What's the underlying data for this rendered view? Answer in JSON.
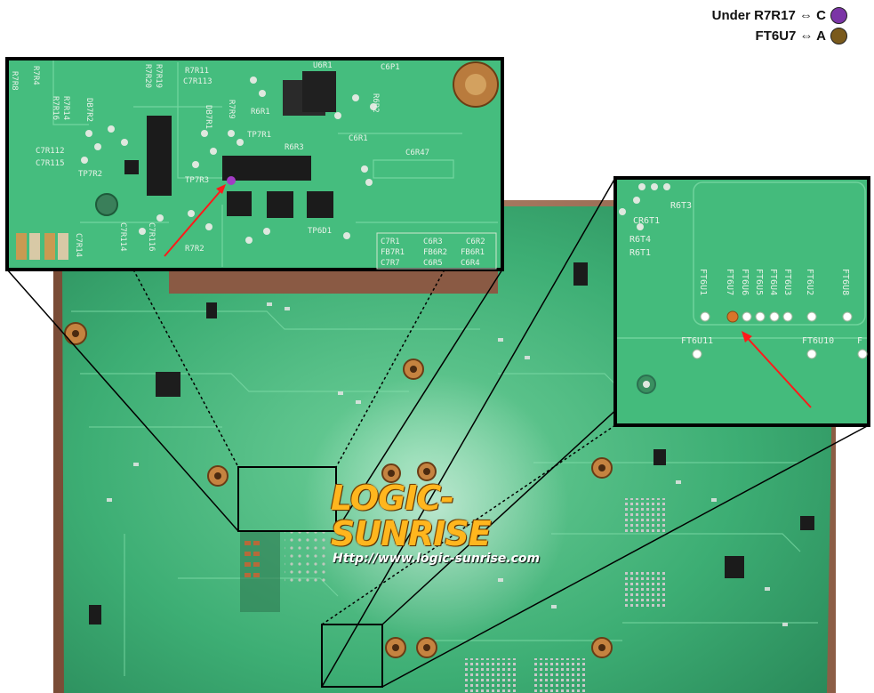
{
  "legend": {
    "items": [
      {
        "text": "Under R7R17 ⇔ C",
        "color": "#7b35a6"
      },
      {
        "text": "FT6U7 ⇔ A",
        "color": "#7a5a1c"
      }
    ]
  },
  "watermark": {
    "title": "LOGIC-SUNRISE",
    "url": "Http://www.logic-sunrise.com"
  },
  "zoom_left": {
    "labels": [
      "R7R8",
      "R7R4",
      "R7R16",
      "R7R14",
      "R7R20",
      "R7R19",
      "R7R11",
      "C7R113",
      "C7R112",
      "C7R115",
      "TP7R2",
      "DB7R2",
      "DB7R1",
      "R7R9",
      "R6R1",
      "R6R2",
      "R6R3",
      "TP7R1",
      "TP7R3",
      "C6R1",
      "C6R47",
      "C6P1",
      "U6R1",
      "TP6D1",
      "C7R1",
      "C6R3",
      "C6R2",
      "FB7R1",
      "FB6R2",
      "FB6R1",
      "C7R7",
      "C6R5",
      "C6R4",
      "C7R14",
      "C7R116",
      "C7R114",
      "R7R2"
    ]
  },
  "zoom_right": {
    "labels": [
      "R6T3",
      "CR6T1",
      "R6T4",
      "R6T1",
      "FT6U1",
      "FT6U7",
      "FT6U6",
      "FT6U5",
      "FT6U4",
      "FT6U3",
      "FT6U2",
      "FT6U8",
      "FT6U11",
      "FT6U10",
      "F"
    ]
  }
}
